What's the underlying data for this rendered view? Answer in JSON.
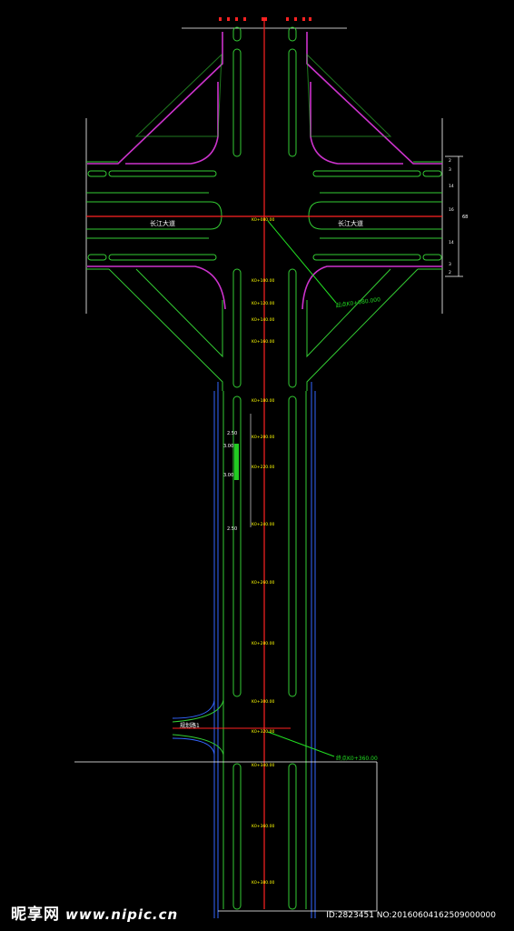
{
  "colors": {
    "background": "#000000",
    "road_edge": "#33cc33",
    "curb": "#cc33cc",
    "centerline": "#ff2222",
    "boundary": "#3366ff",
    "annotation": "#ffff00",
    "leader": "#22dd22",
    "frame": "#ffffff"
  },
  "road_labels": {
    "left": "长江大道",
    "right": "长江大道"
  },
  "station_labels": [
    "K0+080.00",
    "K0+100.00",
    "K0+120.00",
    "K0+140.00",
    "K0+160.00",
    "K0+180.00",
    "K0+200.00",
    "K0+220.00",
    "K0+240.00",
    "K0+260.00",
    "K0+280.00",
    "K0+300.00",
    "K0+320.00",
    "K0+340.00",
    "K0+360.00",
    "K0+380.00"
  ],
  "callouts": {
    "upper": "起点K0+080.000",
    "lower": "终点K0+360.00"
  },
  "side_labels": {
    "island_top": "2.50",
    "island_mid_a": "3.00",
    "island_mid_b": "3.00",
    "island_bottom": "2.50",
    "side_road": "规划路1"
  },
  "dimension_marks": {
    "top": [
      "4",
      "4",
      "4",
      "W",
      "4",
      "4",
      "4"
    ],
    "right": [
      "2",
      "3",
      "14",
      "16",
      "14",
      "3",
      "2"
    ],
    "right_total": "68"
  },
  "watermark": {
    "brand": "昵享网",
    "site": "www.nipic.cn",
    "id_text": "ID:2823451 NO:20160604162509000000"
  }
}
